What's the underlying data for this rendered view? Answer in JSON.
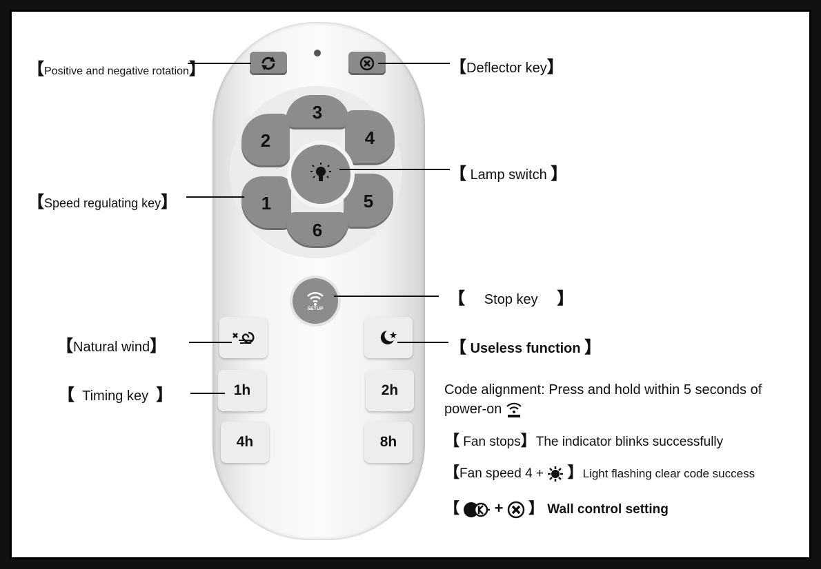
{
  "labels": {
    "rotation": "Positive and negative rotation",
    "deflector": "Deflector key",
    "lamp": "Lamp switch",
    "speed": "Speed regulating key",
    "stop": "Stop key",
    "natural": "Natural wind",
    "useless": "Useless function",
    "timing": "Timing key"
  },
  "brackets": {
    "open": "【",
    "close": "】"
  },
  "speed_keys": [
    "1",
    "2",
    "3",
    "4",
    "5",
    "6"
  ],
  "timer_keys": [
    "1h",
    "2h",
    "4h",
    "8h"
  ],
  "stop_button_text": "SETUP",
  "notes": {
    "code_alignment": "Code alignment: Press and hold within 5 seconds of power-on",
    "fan_stops": "Fan stops",
    "fan_stops_desc": "The indicator blinks successfully",
    "fan_speed": "Fan speed 4 +",
    "fan_speed_desc": "Light flashing clear code success",
    "plus": "+",
    "wall_control": "Wall control setting"
  },
  "icons": [
    "rotation-icon",
    "deflector-icon",
    "lamp-icon",
    "wifi-setup-icon",
    "natural-wind-icon",
    "moon-star-icon",
    "sun-icon",
    "k-icon"
  ]
}
